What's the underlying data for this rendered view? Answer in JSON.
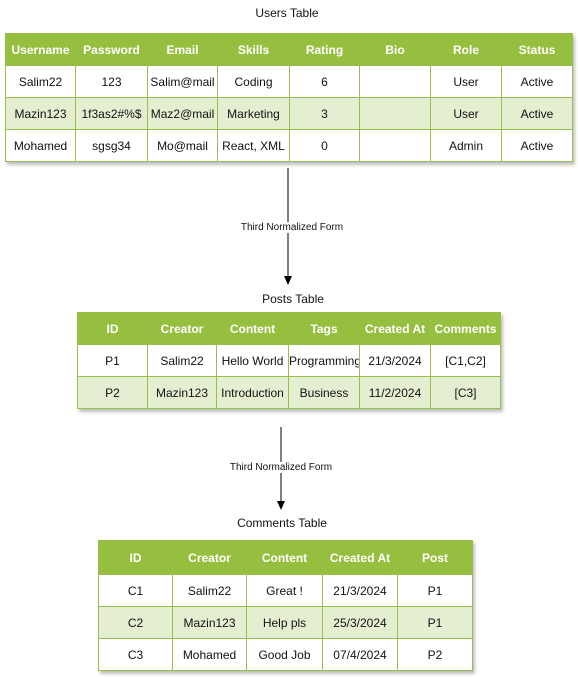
{
  "users_table": {
    "title": "Users Table",
    "headers": [
      "Username",
      "Password",
      "Email",
      "Skills",
      "Rating",
      "Bio",
      "Role",
      "Status"
    ],
    "rows": [
      [
        "Salim22",
        "123",
        "Salim@mail",
        "Coding",
        "6",
        "",
        "User",
        "Active"
      ],
      [
        "Mazin123",
        "1f3as2#%$",
        "Maz2@mail",
        "Marketing",
        "3",
        "",
        "User",
        "Active"
      ],
      [
        "Mohamed",
        "sgsg34",
        "Mo@mail",
        "React, XML",
        "0",
        "",
        "Admin",
        "Active"
      ]
    ]
  },
  "arrows": [
    {
      "label": "Third Normalized Form"
    },
    {
      "label": "Third Normalized Form"
    }
  ],
  "posts_table": {
    "title": "Posts Table",
    "headers": [
      "ID",
      "Creator",
      "Content",
      "Tags",
      "Created At",
      "Comments"
    ],
    "rows": [
      [
        "P1",
        "Salim22",
        "Hello World",
        "Programming",
        "21/3/2024",
        "[C1,C2]"
      ],
      [
        "P2",
        "Mazin123",
        "Introduction",
        "Business",
        "11/2/2024",
        "[C3]"
      ]
    ]
  },
  "comments_table": {
    "title": "Comments Table",
    "headers": [
      "ID",
      "Creator",
      "Content",
      "Created At",
      "Post"
    ],
    "rows": [
      [
        "C1",
        "Salim22",
        "Great !",
        "21/3/2024",
        "P1"
      ],
      [
        "C2",
        "Mazin123",
        "Help pls",
        "25/3/2024",
        "P1"
      ],
      [
        "C3",
        "Mohamed",
        "Good Job",
        "07/4/2024",
        "P2"
      ]
    ]
  },
  "colors": {
    "header_fill": "#97bf3f",
    "border": "#98bf4a",
    "row_alt_fill": "#e4efd2",
    "row_fill": "#ffffff"
  }
}
